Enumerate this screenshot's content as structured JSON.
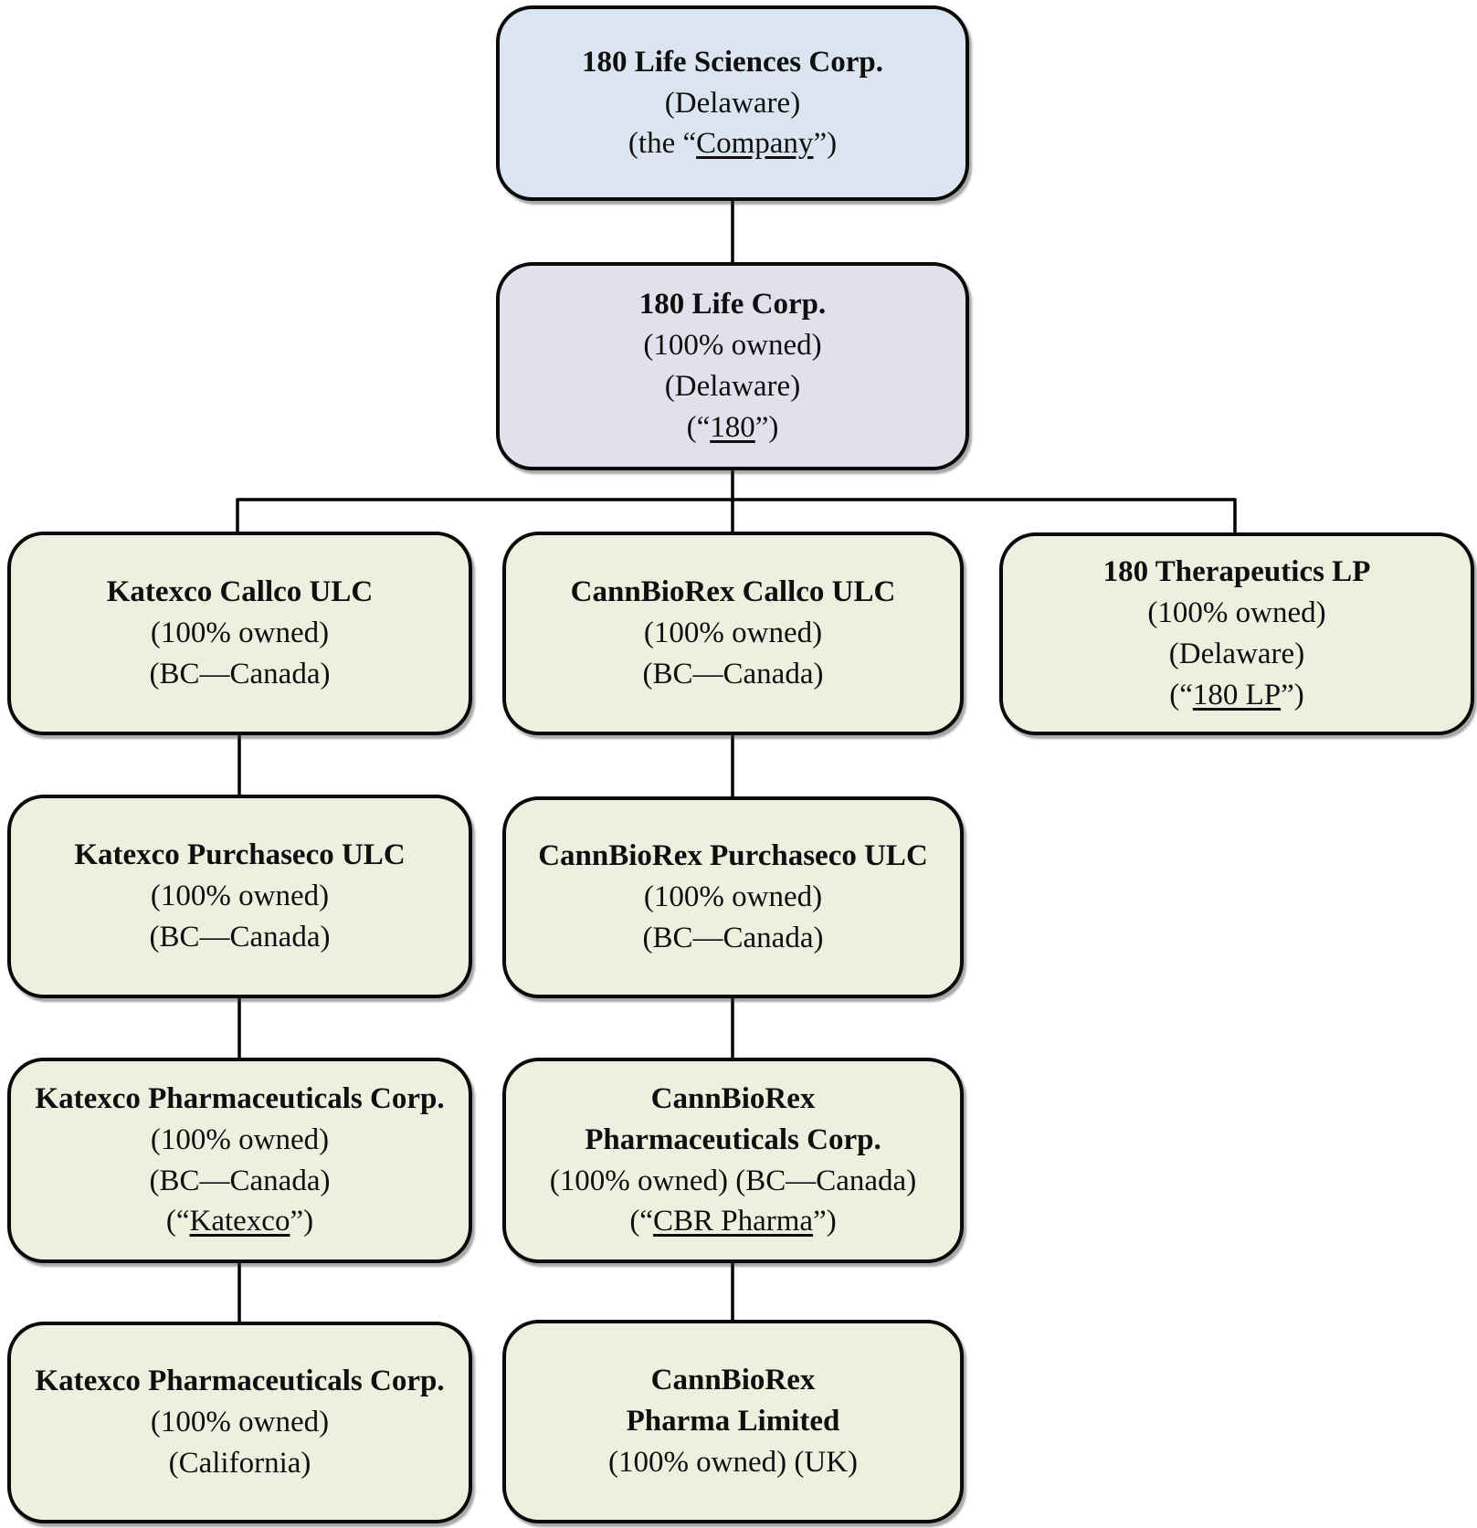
{
  "colors": {
    "company": "#dbe5f1",
    "parent": "#e4dfec",
    "subsidiary": "#ebf1de",
    "border": "#0a0a0a",
    "connector": "#000000"
  },
  "nodes": [
    {
      "id": "company",
      "title": "180 Life Sciences Corp.",
      "sub1": "(Delaware)",
      "alias_pre": "(the “",
      "alias_u": "Company",
      "alias_post": "”)"
    },
    {
      "id": "180-life-corp",
      "title": "180 Life Corp.",
      "sub1": "(100% owned)",
      "sub2": "(Delaware)",
      "alias_pre": "(“",
      "alias_u": "180",
      "alias_post": "”)"
    },
    {
      "id": "katexco-callco",
      "title": "Katexco Callco ULC",
      "sub1": "(100% owned)",
      "sub2": "(BC—Canada)"
    },
    {
      "id": "cannbiorex-callco",
      "title": "CannBioRex Callco ULC",
      "sub1": "(100% owned)",
      "sub2": "(BC—Canada)"
    },
    {
      "id": "180-therapeutics-lp",
      "title": "180 Therapeutics LP",
      "sub1": "(100% owned)",
      "sub2": "(Delaware)",
      "alias_pre": "(“",
      "alias_u": "180 LP",
      "alias_post": "”)"
    },
    {
      "id": "katexco-purchaseco",
      "title": "Katexco Purchaseco ULC",
      "sub1": "(100% owned)",
      "sub2": "(BC—Canada)"
    },
    {
      "id": "cannbiorex-purchaseco",
      "title": "CannBioRex Purchaseco ULC",
      "sub1": "(100% owned)",
      "sub2": "(BC—Canada)"
    },
    {
      "id": "katexco-pharmaceuticals-bc",
      "title": "Katexco Pharmaceuticals Corp.",
      "sub1": "(100% owned)",
      "sub2": "(BC—Canada)",
      "alias_pre": "(“",
      "alias_u": "Katexco",
      "alias_post": "”)"
    },
    {
      "id": "cannbiorex-pharmaceuticals-corp",
      "title1": "CannBioRex",
      "title2": "Pharmaceuticals Corp.",
      "sub1": "(100% owned) (BC—Canada)",
      "alias_pre": "(“",
      "alias_u": "CBR Pharma",
      "alias_post": "”)"
    },
    {
      "id": "katexco-pharmaceuticals-ca",
      "title": "Katexco Pharmaceuticals Corp.",
      "sub1": "(100% owned)",
      "sub2": "(California)"
    },
    {
      "id": "cannbiorex-pharma-limited",
      "title1": "CannBioRex",
      "title2": "Pharma Limited",
      "sub1": "(100% owned) (UK)"
    }
  ],
  "edges": [
    {
      "from": "company",
      "to": "180-life-corp"
    },
    {
      "from": "180-life-corp",
      "to": "katexco-callco"
    },
    {
      "from": "180-life-corp",
      "to": "cannbiorex-callco"
    },
    {
      "from": "180-life-corp",
      "to": "180-therapeutics-lp"
    },
    {
      "from": "katexco-callco",
      "to": "katexco-purchaseco"
    },
    {
      "from": "katexco-purchaseco",
      "to": "katexco-pharmaceuticals-bc"
    },
    {
      "from": "katexco-pharmaceuticals-bc",
      "to": "katexco-pharmaceuticals-ca"
    },
    {
      "from": "cannbiorex-callco",
      "to": "cannbiorex-purchaseco"
    },
    {
      "from": "cannbiorex-purchaseco",
      "to": "cannbiorex-pharmaceuticals-corp"
    },
    {
      "from": "cannbiorex-pharmaceuticals-corp",
      "to": "cannbiorex-pharma-limited"
    }
  ]
}
